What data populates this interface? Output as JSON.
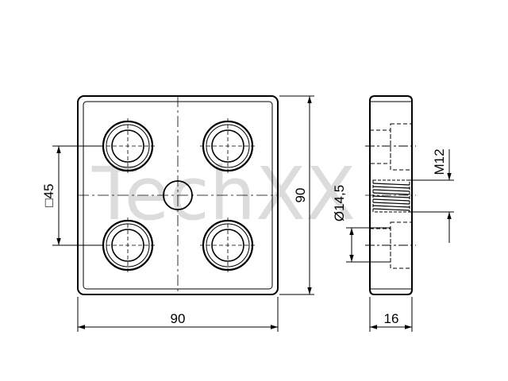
{
  "watermark": {
    "text": "TechXX"
  },
  "dimensions": {
    "front_width": "90",
    "front_height": "90",
    "hole_spacing": "□45",
    "center_hole_diameter": "Ø14,5",
    "thread": "M12",
    "thickness": "16"
  },
  "colors": {
    "line": "#000000",
    "watermark": "#dcdcdc",
    "background": "#ffffff"
  }
}
